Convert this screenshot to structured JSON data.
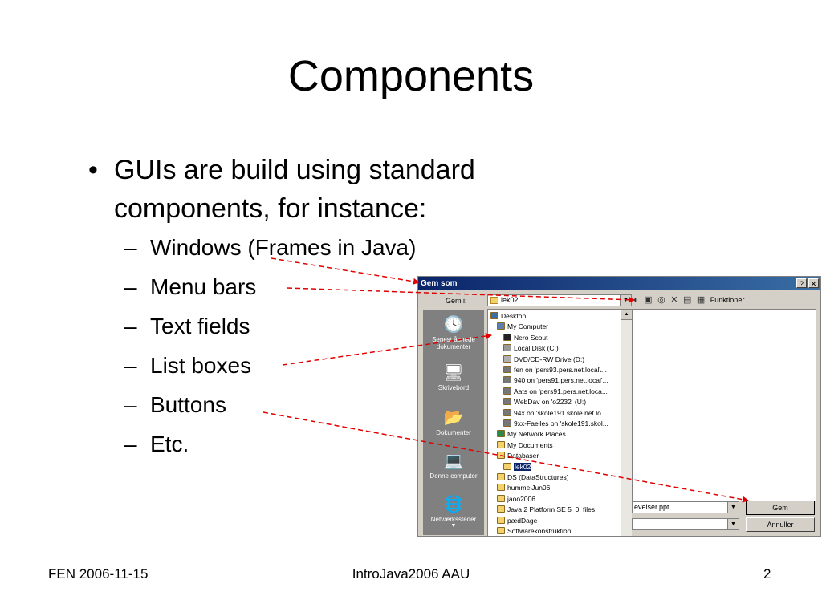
{
  "slide": {
    "title": "Components",
    "bullet": "GUIs are build using standard components, for instance:",
    "bullet_line1": "GUIs are build using standard",
    "bullet_line2": "components, for instance:",
    "subitems": [
      "Windows (Frames in Java)",
      "Menu bars",
      "Text fields",
      "List boxes",
      "Buttons",
      "Etc."
    ]
  },
  "dialog": {
    "title": "Gem som",
    "title_buttons": [
      "?",
      "✕"
    ],
    "save_in_label": "Gem i:",
    "save_in_value": "lek02",
    "toolbar_label": "Funktioner",
    "places": [
      "Senest åbnede dokumenter",
      "Skrivebord",
      "Dokumenter",
      "Denne computer",
      "Netværkssteder"
    ],
    "tree": [
      {
        "label": "Desktop",
        "icon": "desktop-icon",
        "indent": 0
      },
      {
        "label": "My Computer",
        "icon": "computer-icon",
        "indent": 1
      },
      {
        "label": "Nero Scout",
        "icon": "nero-icon",
        "indent": 2
      },
      {
        "label": "Local Disk (C:)",
        "icon": "disk-icon",
        "indent": 2
      },
      {
        "label": "DVD/CD-RW Drive (D:)",
        "icon": "dvd-icon",
        "indent": 2
      },
      {
        "label": "fen on 'pers93.pers.net.local\\...",
        "icon": "network-drive-icon",
        "indent": 2
      },
      {
        "label": "940 on 'pers91.pers.net.local'...",
        "icon": "network-drive-icon",
        "indent": 2
      },
      {
        "label": "Aats on 'pers91.pers.net.loca...",
        "icon": "network-drive-icon",
        "indent": 2
      },
      {
        "label": "WebDav on 'o2232' (U:)",
        "icon": "network-drive-icon",
        "indent": 2
      },
      {
        "label": "94x on 'skole191.skole.net.lo...",
        "icon": "network-drive-icon",
        "indent": 2
      },
      {
        "label": "9xx-Faelles on 'skole191.skol...",
        "icon": "network-drive-icon",
        "indent": 2
      },
      {
        "label": "My Network Places",
        "icon": "network-icon",
        "indent": 1
      },
      {
        "label": "My Documents",
        "icon": "documents-icon",
        "indent": 1
      },
      {
        "label": "Databaser",
        "icon": "folder-icon",
        "indent": 1
      },
      {
        "label": "lek02",
        "icon": "folder-open-icon",
        "indent": 2,
        "selected": true
      },
      {
        "label": "DS (DataStructures)",
        "icon": "folder-icon",
        "indent": 1
      },
      {
        "label": "hummelJun06",
        "icon": "folder-icon",
        "indent": 1
      },
      {
        "label": "jaoo2006",
        "icon": "folder-icon",
        "indent": 1
      },
      {
        "label": "Java 2 Platform SE 5_0_files",
        "icon": "folder-icon",
        "indent": 1
      },
      {
        "label": "pædDage",
        "icon": "folder-icon",
        "indent": 1
      },
      {
        "label": "Softwarekonstruktion",
        "icon": "folder-icon",
        "indent": 1
      }
    ],
    "filename_value": "evelser.ppt",
    "save_button": "Gem",
    "cancel_button": "Annuller"
  },
  "footer": {
    "left": "FEN 2006-11-15",
    "center": "IntroJava2006 AAU",
    "right": "2"
  },
  "colors": {
    "title_bar": "#0a246a",
    "dialog_bg": "#d4d0c8",
    "arrow": "#e00000",
    "folder": "#f4d16b"
  }
}
